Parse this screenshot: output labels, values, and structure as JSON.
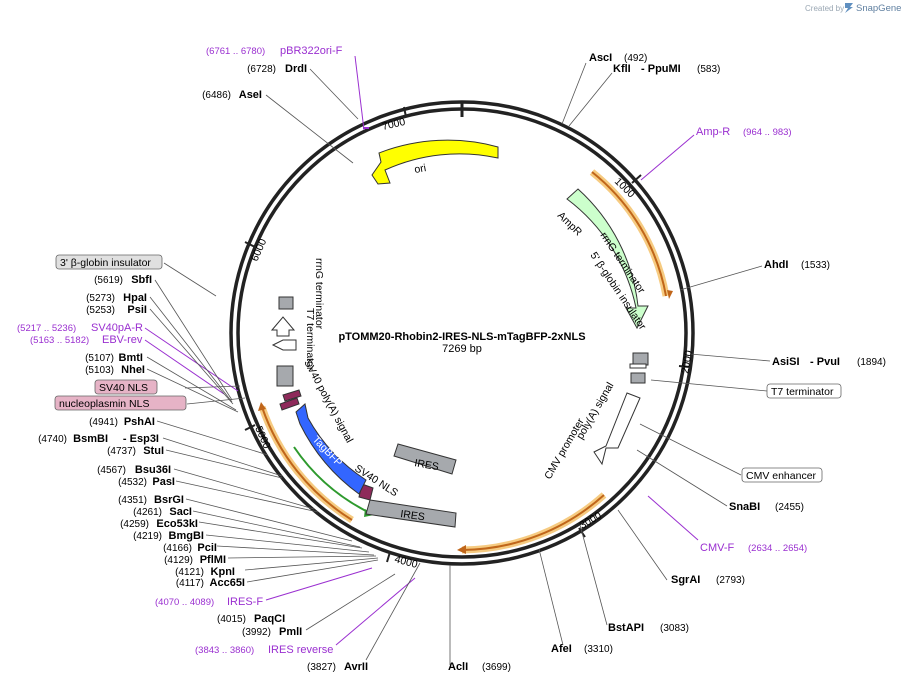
{
  "plasmid": {
    "name": "pTOMM20-Rhobin2-IRES-NLS-mTagBFP-2xNLS",
    "length_label": "7269 bp",
    "length": 7269
  },
  "branding": {
    "created_by": "Created by",
    "app": "SnapGene"
  },
  "ruler_ticks": [
    {
      "label": "1000",
      "pos": 1000
    },
    {
      "label": "2000",
      "pos": 2000
    },
    {
      "label": "3000",
      "pos": 3000
    },
    {
      "label": "4000",
      "pos": 4000
    },
    {
      "label": "5000",
      "pos": 5000
    },
    {
      "label": "6000",
      "pos": 6000
    },
    {
      "label": "7000",
      "pos": 7000
    }
  ],
  "enzymes": [
    {
      "name": "AscI",
      "pos": "(492)"
    },
    {
      "name": "KflI",
      "name2": "PpuMI",
      "pos": "(583)"
    },
    {
      "name": "AhdI",
      "pos": "(1533)"
    },
    {
      "name": "AsiSI",
      "name2": "PvuI",
      "pos": "(1894)"
    },
    {
      "name": "SnaBI",
      "pos": "(2455)"
    },
    {
      "name": "SgrAI",
      "pos": "(2793)"
    },
    {
      "name": "BstAPI",
      "pos": "(3083)"
    },
    {
      "name": "AfeI",
      "pos": "(3310)"
    },
    {
      "name": "AclI",
      "pos": "(3699)"
    },
    {
      "name": "AvrII",
      "pos": "(3827)"
    },
    {
      "name": "PmlI",
      "pos": "(3992)"
    },
    {
      "name": "PaqCI",
      "pos": "(4015)"
    },
    {
      "name": "Acc65I",
      "pos": "(4117)"
    },
    {
      "name": "KpnI",
      "pos": "(4121)"
    },
    {
      "name": "PflMI",
      "pos": "(4129)"
    },
    {
      "name": "PciI",
      "pos": "(4166)"
    },
    {
      "name": "BmgBI",
      "pos": "(4219)"
    },
    {
      "name": "Eco53kI",
      "pos": "(4259)"
    },
    {
      "name": "SacI",
      "pos": "(4261)"
    },
    {
      "name": "BsrGI",
      "pos": "(4351)"
    },
    {
      "name": "PasI",
      "pos": "(4532)"
    },
    {
      "name": "Bsu36I",
      "pos": "(4567)"
    },
    {
      "name": "StuI",
      "pos": "(4737)"
    },
    {
      "name": "BsmBI",
      "name2": "Esp3I",
      "pos": "(4740)"
    },
    {
      "name": "PshAI",
      "pos": "(4941)"
    },
    {
      "name": "NheI",
      "pos": "(5103)"
    },
    {
      "name": "BmtI",
      "pos": "(5107)"
    },
    {
      "name": "PsiI",
      "pos": "(5253)"
    },
    {
      "name": "HpaI",
      "pos": "(5273)"
    },
    {
      "name": "SbfI",
      "pos": "(5619)"
    },
    {
      "name": "AseI",
      "pos": "(6486)"
    },
    {
      "name": "DrdI",
      "pos": "(6728)"
    }
  ],
  "primers": [
    {
      "name": "pBR322ori-F",
      "range": "(6761 .. 6780)"
    },
    {
      "name": "Amp-R",
      "range": "(964 .. 983)"
    },
    {
      "name": "CMV-F",
      "range": "(2634 .. 2654)"
    },
    {
      "name": "IRES-F",
      "range": "(4070 .. 4089)"
    },
    {
      "name": "IRES reverse",
      "range": "(3843 .. 3860)"
    },
    {
      "name": "SV40pA-R",
      "range": "(5217 .. 5236)"
    },
    {
      "name": "EBV-rev",
      "range": "(5163 .. 5182)"
    }
  ],
  "feature_boxes": [
    {
      "name": "3' β-globin insulator"
    },
    {
      "name": "T7 terminator"
    },
    {
      "name": "CMV enhancer"
    },
    {
      "name": "SV40 NLS"
    },
    {
      "name": "nucleoplasmin NLS"
    }
  ],
  "features": [
    {
      "name": "ori",
      "color": "#ffff00"
    },
    {
      "name": "AmpR",
      "color": "#ccffcc"
    },
    {
      "name": "rrnG terminator"
    },
    {
      "name": "5' β-globin insulator"
    },
    {
      "name": "CMV promoter"
    },
    {
      "name": "poly(A) signal"
    },
    {
      "name": "IRES",
      "color": "#a6a9ad"
    },
    {
      "name": "IRES"
    },
    {
      "name": "SV40 NLS"
    },
    {
      "name": "TagBFP",
      "color": "#3366ff"
    },
    {
      "name": "SV40 poly(A) signal"
    },
    {
      "name": "T7 terminator"
    },
    {
      "name": "rrnG terminator"
    }
  ],
  "colors": {
    "primer": "#9a2fd0",
    "orf_highlight": "#f5c26b",
    "orf_arrow": "#c0661a",
    "feature_box_fill": "#e0e0e0",
    "nls_box_fill": "#e6b3c6"
  }
}
